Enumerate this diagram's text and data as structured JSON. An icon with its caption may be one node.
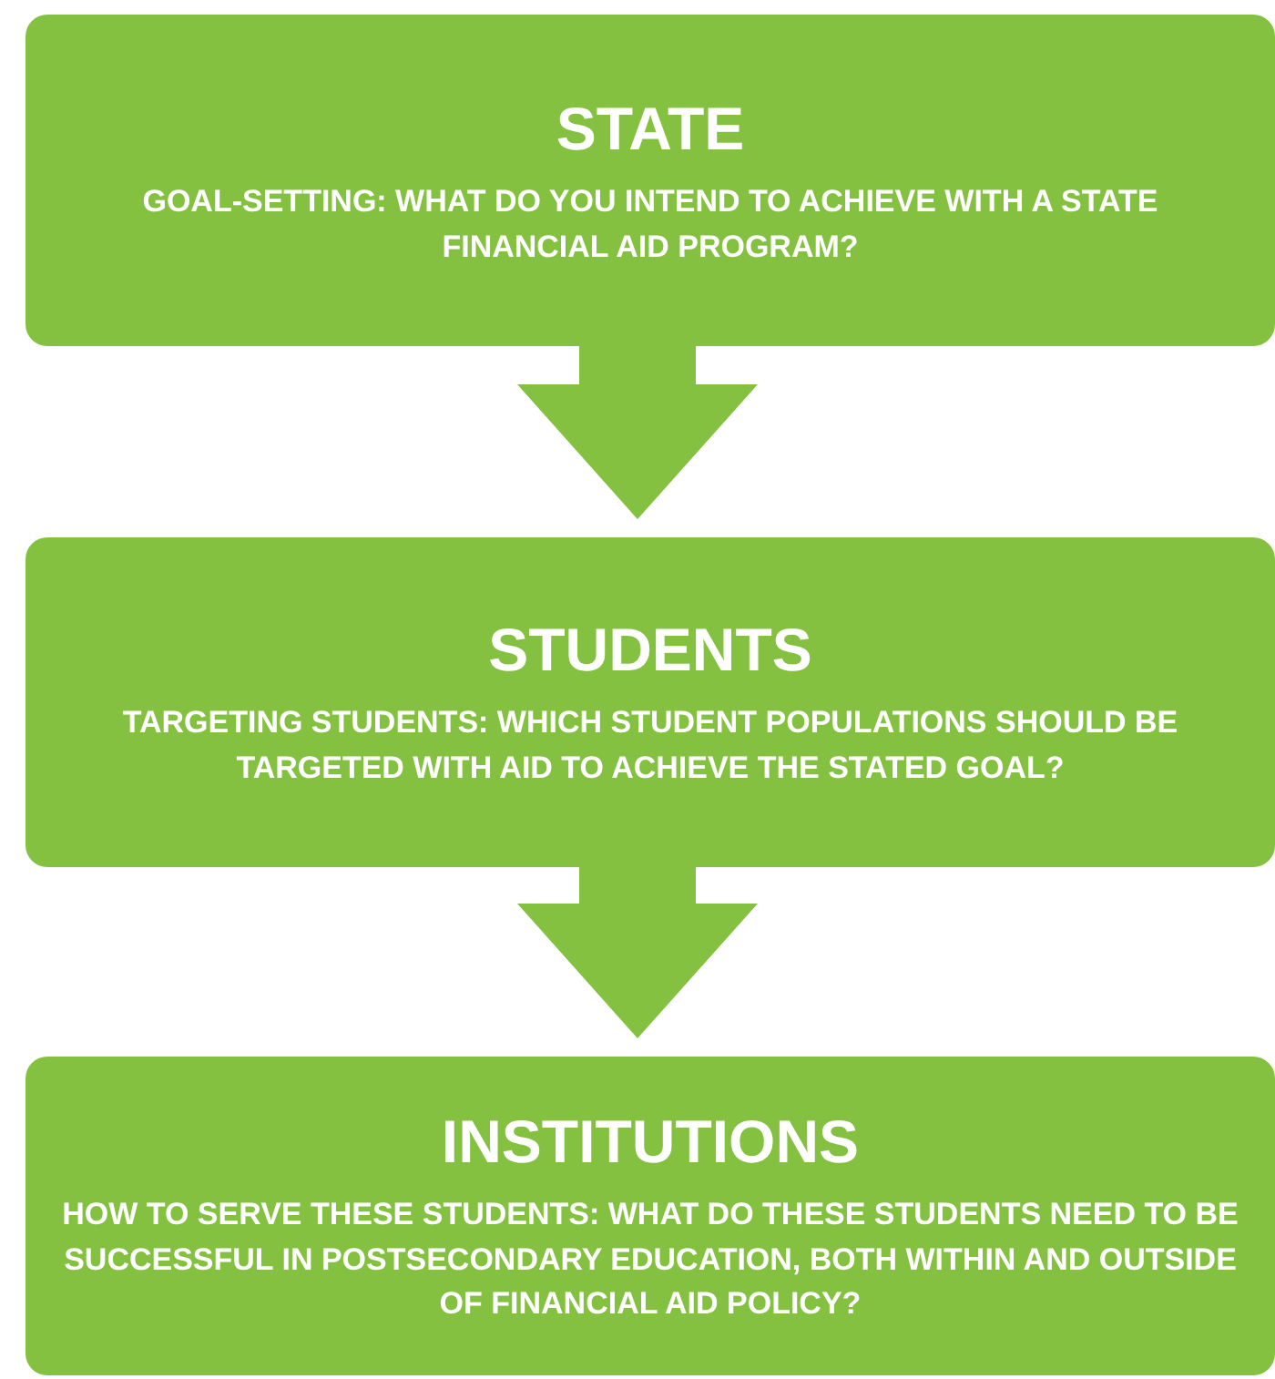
{
  "diagram": {
    "nodes": [
      {
        "text": [
          "STATE",
          "GOAL-SETTING: WHAT DO YOU INTEND TO ACHIEVE WITH A STATE FINANCIAL AID PROGRAM?"
        ]
      },
      {
        "text": [
          "STUDENTS",
          "TARGETING STUDENTS: WHICH STUDENT POPULATIONS SHOULD BE TARGETED WITH AID TO ACHIEVE THE STATED GOAL?"
        ]
      },
      {
        "text": [
          "INSTITUTIONS",
          "HOW TO SERVE THESE STUDENTS: WHAT DO THESE STUDENTS NEED TO BE SUCCESSFUL IN POSTSECONDARY EDUCATION, BOTH WITHIN AND OUTSIDE OF FINANCIAL AID POLICY?"
        ]
      }
    ],
    "edges": [
      {
        "from": 0,
        "to": 1,
        "arrow": "to"
      },
      {
        "from": 1,
        "to": 2,
        "arrow": "to"
      }
    ]
  }
}
